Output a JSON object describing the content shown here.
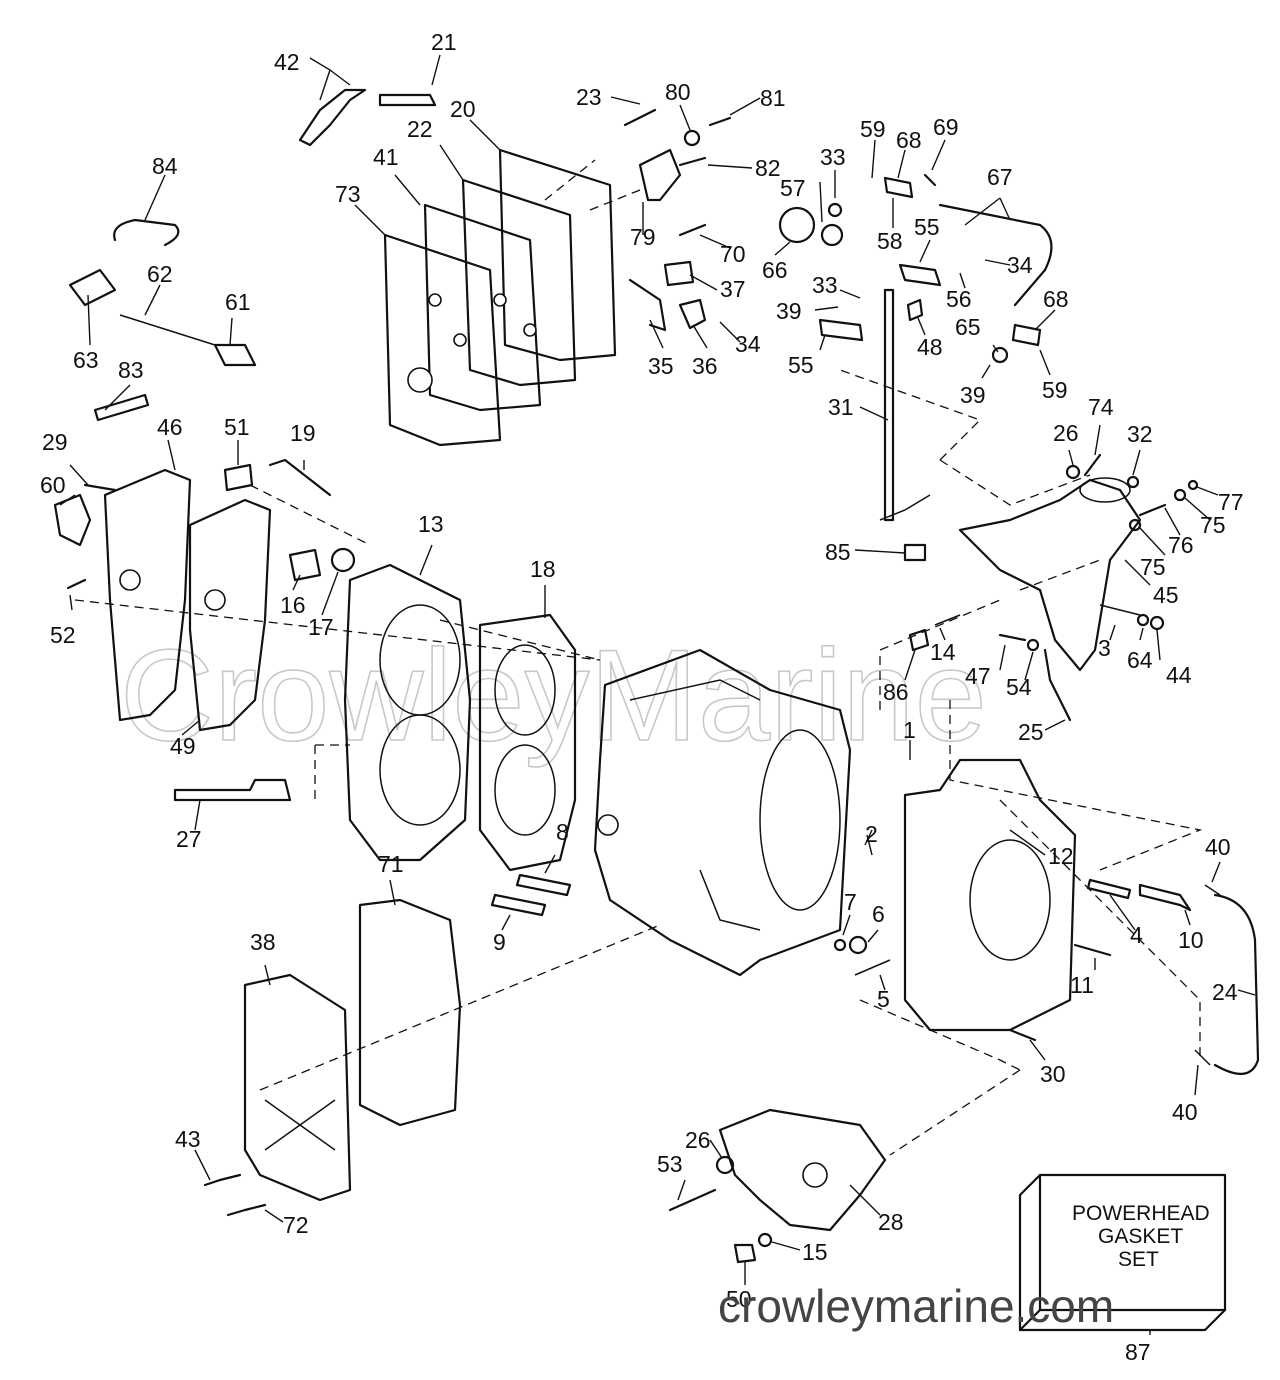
{
  "watermark": "CrowleyMarine",
  "site": "crowleymarine.com",
  "gasket_box": {
    "lines": [
      "POWERHEAD",
      "GASKET",
      "SET"
    ],
    "callout": "87"
  },
  "callouts": [
    "1",
    "2",
    "3",
    "4",
    "5",
    "6",
    "7",
    "8",
    "9",
    "10",
    "11",
    "12",
    "13",
    "14",
    "15",
    "16",
    "17",
    "18",
    "19",
    "20",
    "21",
    "22",
    "23",
    "24",
    "25",
    "26",
    "26",
    "27",
    "28",
    "29",
    "30",
    "31",
    "32",
    "33",
    "33",
    "34",
    "34",
    "35",
    "36",
    "37",
    "38",
    "39",
    "39",
    "40",
    "40",
    "41",
    "42",
    "43",
    "44",
    "45",
    "46",
    "47",
    "48",
    "49",
    "50",
    "51",
    "52",
    "53",
    "54",
    "55",
    "55",
    "56",
    "57",
    "58",
    "59",
    "59",
    "60",
    "61",
    "62",
    "63",
    "64",
    "65",
    "66",
    "67",
    "68",
    "68",
    "69",
    "70",
    "71",
    "72",
    "73",
    "74",
    "75",
    "75",
    "76",
    "77",
    "79",
    "80",
    "81",
    "82",
    "83",
    "84",
    "85",
    "86"
  ]
}
